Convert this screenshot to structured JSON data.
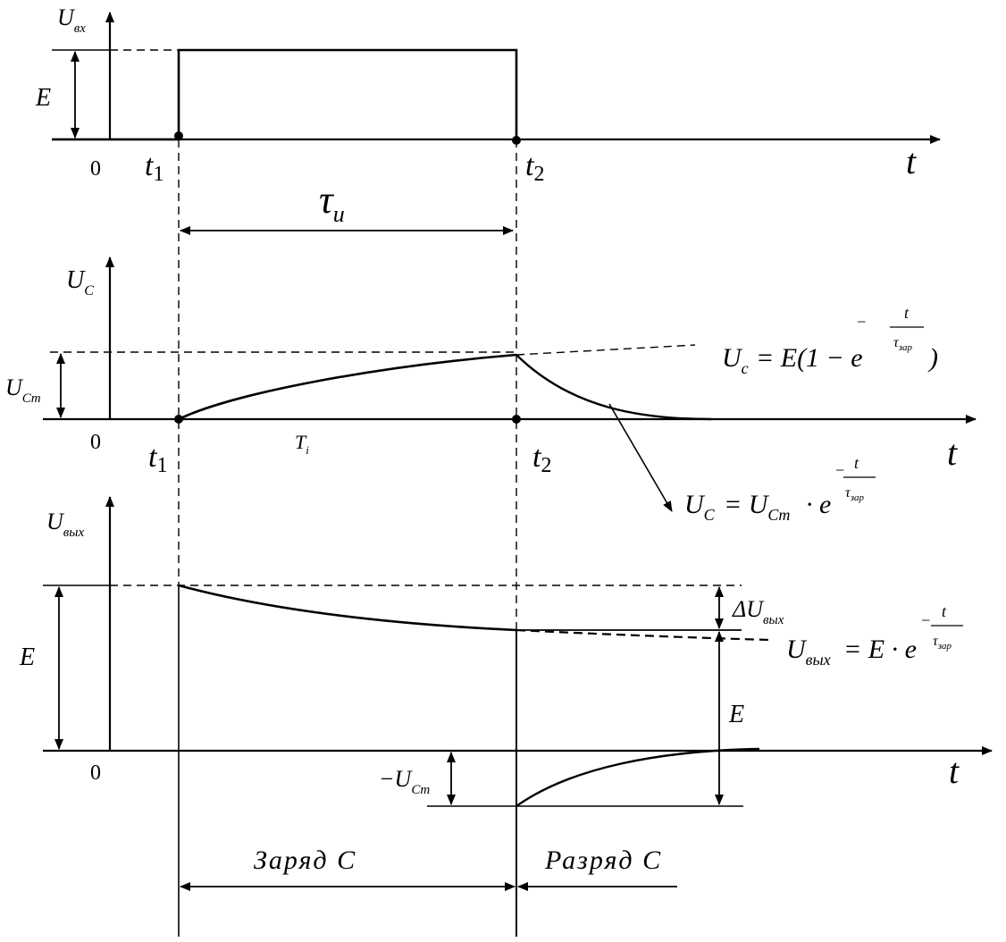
{
  "panels": {
    "input": {
      "axis_y": "U",
      "axis_y_sub": "вх",
      "axis_x": "t",
      "origin": "0",
      "amplitude": "E",
      "t1": "t",
      "t1_sub": "1",
      "t2": "t",
      "t2_sub": "2"
    },
    "capacitor": {
      "axis_y": "U",
      "axis_y_sub": "C",
      "axis_x": "t",
      "origin": "0",
      "amplitude": "U",
      "amplitude_sub": "Cm",
      "t1": "t",
      "t1_sub": "1",
      "t2": "t",
      "t2_sub": "2",
      "mid_label": "T",
      "mid_label_sub": "i"
    },
    "output": {
      "axis_y": "U",
      "axis_y_sub": "вых",
      "axis_x": "t",
      "origin": "0",
      "amplitude": "E",
      "amplitude_right": "E",
      "neg_label": "−U",
      "neg_label_sub": "Cm",
      "delta_label": "ΔU",
      "delta_label_sub": "вых"
    }
  },
  "pulse_width": {
    "symbol": "τ",
    "sub": "и"
  },
  "formulas": {
    "charge": {
      "lhs": "U",
      "lhs_sub": "c",
      "rhs": "= E(1 − e",
      "close": ")",
      "exp_sign": "−",
      "exp_num": "t",
      "exp_den": "τ",
      "exp_den_sub": "зар"
    },
    "discharge": {
      "lhs": "U",
      "lhs_sub": "C",
      "rhs": "= U",
      "rhs_sub": "Cm",
      "dot_e": "· e",
      "exp_sign": "−",
      "exp_num": "t",
      "exp_den": "τ",
      "exp_den_sub": "зар"
    },
    "output": {
      "lhs": "U",
      "lhs_sub": "вых",
      "rhs": "= E · e",
      "exp_sign": "−",
      "exp_num": "t",
      "exp_den": "τ",
      "exp_den_sub": "зар"
    }
  },
  "phases": {
    "charge": "Заряд C",
    "discharge": "Разряд C"
  }
}
